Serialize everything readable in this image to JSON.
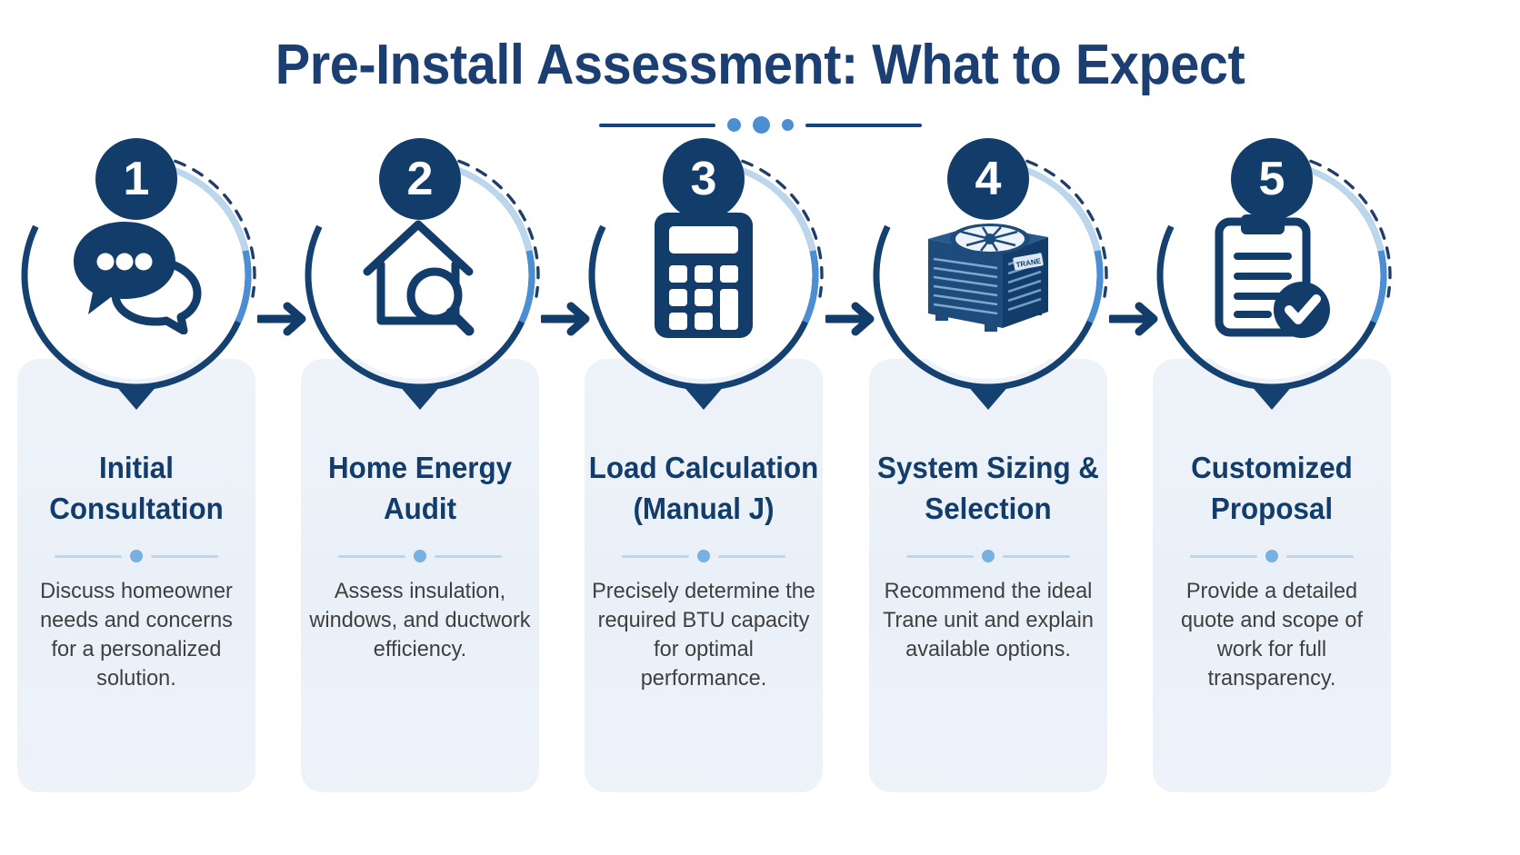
{
  "header": {
    "title": "Pre-Install Assessment: What to Expect",
    "divider_dots": 3
  },
  "colors": {
    "navy": "#123d6b",
    "navy_dark": "#14416f",
    "accent_blue": "#4a8fd4",
    "ring_light": "#bcd6ee",
    "ring_mid": "#4a8fd4",
    "card_bg": "#eef3f9",
    "body_text": "#3f3f3f",
    "page_bg": "#ffffff"
  },
  "steps": [
    {
      "number": "1",
      "icon": "speech-bubbles-icon",
      "title": "Initial Consultation",
      "description": "Discuss homeowner needs and concerns for a personalized solution."
    },
    {
      "number": "2",
      "icon": "house-magnifier-icon",
      "title": "Home Energy Audit",
      "description": "Assess insulation, windows, and ductwork efficiency."
    },
    {
      "number": "3",
      "icon": "calculator-icon",
      "title": "Load Calculation (Manual J)",
      "description": "Precisely determine the required BTU capacity for optimal performance."
    },
    {
      "number": "4",
      "icon": "ac-condenser-unit-icon",
      "title": "System Sizing & Selection",
      "description": "Recommend the ideal Trane unit and explain available options."
    },
    {
      "number": "5",
      "icon": "clipboard-check-icon",
      "title": "Customized Proposal",
      "description": "Provide a detailed quote and scope of work for full transparency."
    }
  ],
  "connectors": {
    "arrow_icon": "arrow-right-icon",
    "count": 4
  }
}
